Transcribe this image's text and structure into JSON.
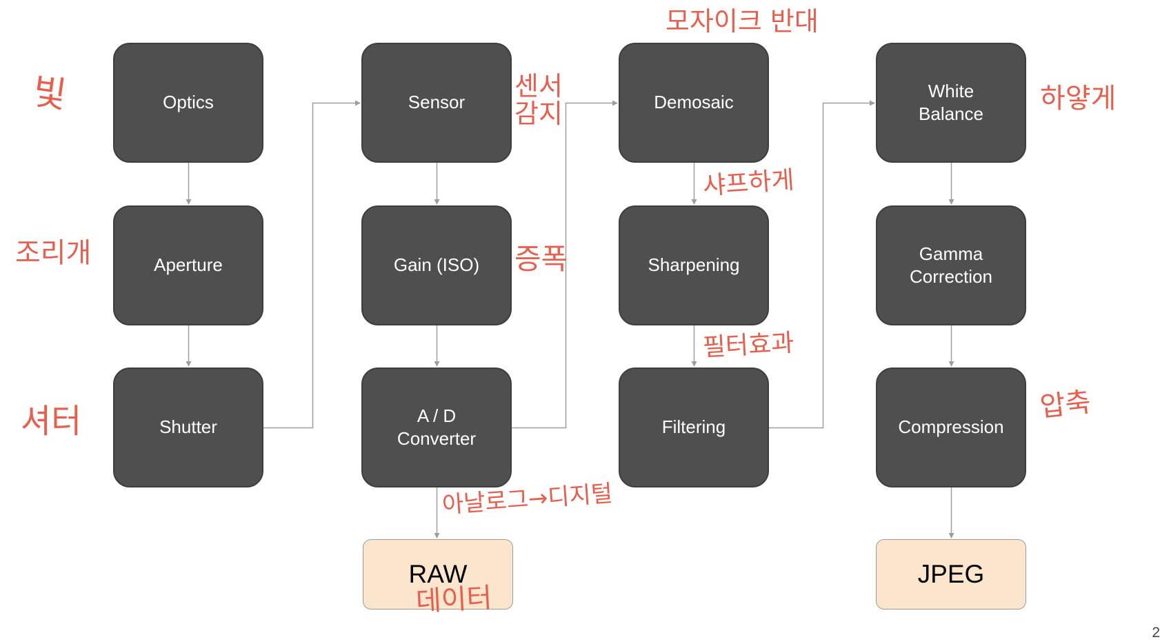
{
  "diagram": {
    "nodes": [
      {
        "id": "optics",
        "label": "Optics"
      },
      {
        "id": "aperture",
        "label": "Aperture"
      },
      {
        "id": "shutter",
        "label": "Shutter"
      },
      {
        "id": "sensor",
        "label": "Sensor"
      },
      {
        "id": "gain",
        "label": "Gain (ISO)"
      },
      {
        "id": "adc",
        "label": "A / D\nConverter"
      },
      {
        "id": "raw",
        "label": "RAW"
      },
      {
        "id": "demosaic",
        "label": "Demosaic"
      },
      {
        "id": "sharpening",
        "label": "Sharpening"
      },
      {
        "id": "filtering",
        "label": "Filtering"
      },
      {
        "id": "wb",
        "label": "White\nBalance"
      },
      {
        "id": "gamma",
        "label": "Gamma\nCorrection"
      },
      {
        "id": "compression",
        "label": "Compression"
      },
      {
        "id": "jpeg",
        "label": "JPEG"
      }
    ],
    "edges": [
      [
        "optics",
        "aperture"
      ],
      [
        "aperture",
        "shutter"
      ],
      [
        "shutter",
        "sensor"
      ],
      [
        "sensor",
        "gain"
      ],
      [
        "gain",
        "adc"
      ],
      [
        "adc",
        "raw"
      ],
      [
        "adc",
        "demosaic"
      ],
      [
        "demosaic",
        "sharpening"
      ],
      [
        "sharpening",
        "filtering"
      ],
      [
        "filtering",
        "wb"
      ],
      [
        "wb",
        "gamma"
      ],
      [
        "gamma",
        "compression"
      ],
      [
        "compression",
        "jpeg"
      ]
    ]
  },
  "annotations": {
    "optics": "빛",
    "aperture": "조리개",
    "shutter": "셔터",
    "sensor": "센서\n감지",
    "gain": "증폭",
    "adc": "아날로그→디지털",
    "raw": "데이터",
    "demosaic": "모자이크 반대",
    "sharpening": "샤프하게",
    "filtering": "필터효과",
    "wb": "하얗게",
    "compression": "압축"
  },
  "page_number": "2",
  "colors": {
    "node_fill": "#4f4f4f",
    "node_text": "#ffffff",
    "output_fill": "#fce5cd",
    "connector": "#9e9e9e",
    "annotation_ink": "#e5604f"
  }
}
